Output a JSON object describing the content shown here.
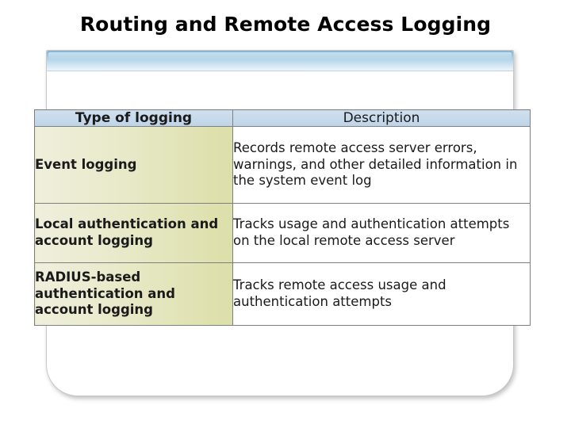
{
  "slide": {
    "title": "Routing and Remote Access Logging"
  },
  "table": {
    "headers": {
      "type": "Type of logging",
      "description": "Description"
    },
    "rows": [
      {
        "type": "Event logging",
        "description": "Records remote access server errors, warnings, and other detailed information in the system event log"
      },
      {
        "type": "Local authentication and account logging",
        "description": "Tracks usage and authentication attempts on the local remote access server"
      },
      {
        "type": "RADIUS-based authentication and account logging",
        "description": "Tracks remote access usage and authentication attempts"
      }
    ]
  },
  "colors": {
    "header_fill": "#c5d9ea",
    "type_fill": "#e0e2b0",
    "panel_bar": "#a9cfe6",
    "border": "#7f7f7f"
  }
}
